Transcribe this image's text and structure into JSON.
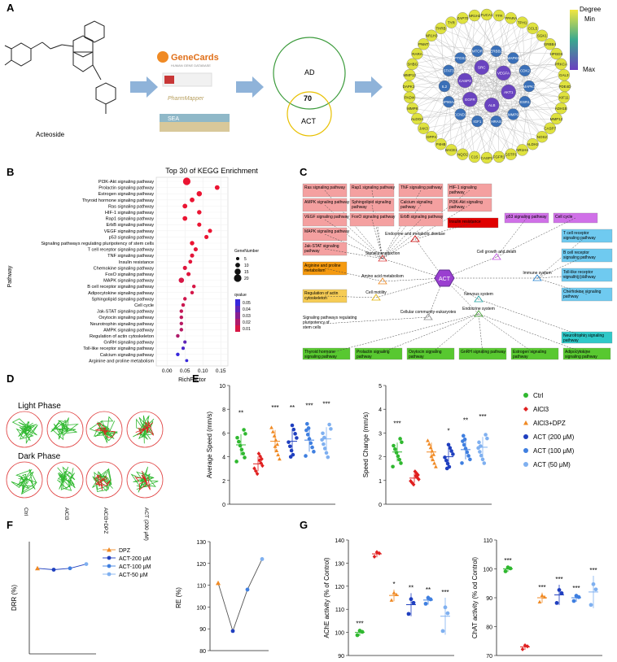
{
  "panel_labels": [
    "A",
    "B",
    "C",
    "D",
    "E",
    "F",
    "G"
  ],
  "panelA": {
    "molecule_label": "Acteoside",
    "genecards_title": "GeneCards",
    "genecards_sub": "HUMAN GENE DATABASE",
    "pharmmapper": "PharmMapper",
    "sea": "SEA",
    "venn_top": "AD",
    "venn_overlap": "70",
    "venn_bottom": "ACT",
    "legend_title": "Degree",
    "legend_min": "Min",
    "legend_max": "Max",
    "core_nodes": [
      "AKT1",
      "ALB",
      "EGFR",
      "CASP3",
      "SRC",
      "VEGFA",
      "MAPK1",
      "ESR1",
      "MMP9",
      "HRAS",
      "IGF1",
      "CCND1",
      "HSP90AA1",
      "IL2",
      "STAT3",
      "PTGS2",
      "MTOR",
      "ERBB2",
      "MAPK8",
      "CDK2"
    ],
    "outer_nodes": [
      "PDE4D",
      "KIF11",
      "ADH1B",
      "MMP12",
      "CASP7",
      "NOS2",
      "ALDH2",
      "NR1H4",
      "GSTP1",
      "FGFR1",
      "CASP1",
      "C1S",
      "NQO2",
      "BACE1",
      "P4HB",
      "DPP4",
      "JAK3",
      "ALDOA",
      "MMP8",
      "PADI4",
      "DAPK1",
      "MMP13",
      "SHBG",
      "RARA",
      "PNMT",
      "NR1H3",
      "THRB",
      "TYR",
      "ZAP70",
      "NR1H2",
      "FUCA1",
      "TTR",
      "PPARA",
      "TPH1",
      "CCL5",
      "SGK1",
      "ERBB4",
      "HPGDS",
      "PRKCA",
      "GAL3"
    ]
  },
  "chart_data": [
    {
      "type": "scatter",
      "title": "Top 30 of KEGG Enrichment",
      "xlabel": "RichFactor",
      "ylabel": "Pathway",
      "xlim": [
        -0.03,
        0.17
      ],
      "xticks": [
        "0.00",
        "0.05",
        "0.10",
        "0.15"
      ],
      "size_legend_title": "GeneNumber",
      "size_legend": [
        "5",
        "10",
        "15",
        "20"
      ],
      "color_legend_title": "qvalue",
      "color_legend": [
        "0.05",
        "0.04",
        "0.03",
        "0.02",
        "0.01"
      ],
      "categories": [
        "PI3K-Akt signaling pathway",
        "Prolactin signaling pathway",
        "Estrogen signaling pathway",
        "Thyroid hormone signaling pathway",
        "Ras signaling pathway",
        "HIF-1 signaling pathway",
        "Rap1 signaling pathway",
        "ErbB signaling pathway",
        "VEGF signaling pathway",
        "p53 signaling pathway",
        "Signaling pathways regulating pluripotency of stem cells",
        "T cell receptor signaling pathway",
        "TNF signaling pathway",
        "Insulin resistance",
        "Chemokine signaling pathway",
        "FoxO signaling pathway",
        "MAPK signaling pathway",
        "B cell receptor signaling pathway",
        "Adipocytokine signaling pathway",
        "Sphingolipid signaling pathway",
        "Cell cycle",
        "Jak-STAT signaling pathway",
        "Oxytocin signaling pathway",
        "Neurotrophin signaling pathway",
        "AMPK signaling pathway",
        "Regulation of actin cytoskeleton",
        "GnRH signaling pathway",
        "Toll-like receptor signaling pathway",
        "Calcium signaling pathway",
        "Arginine and proline metabolism"
      ],
      "x": [
        0.055,
        0.14,
        0.09,
        0.07,
        0.05,
        0.09,
        0.05,
        0.09,
        0.12,
        0.11,
        0.07,
        0.08,
        0.07,
        0.065,
        0.05,
        0.06,
        0.04,
        0.075,
        0.07,
        0.05,
        0.045,
        0.04,
        0.04,
        0.04,
        0.04,
        0.03,
        0.05,
        0.045,
        0.03,
        0.055
      ],
      "genes": [
        20,
        10,
        12,
        10,
        10,
        9,
        10,
        8,
        8,
        8,
        9,
        8,
        8,
        7,
        8,
        8,
        12,
        6,
        6,
        6,
        6,
        6,
        6,
        6,
        6,
        6,
        5,
        5,
        6,
        4
      ],
      "q": [
        0.005,
        0.005,
        0.005,
        0.005,
        0.005,
        0.005,
        0.005,
        0.005,
        0.005,
        0.005,
        0.005,
        0.006,
        0.007,
        0.007,
        0.008,
        0.008,
        0.01,
        0.01,
        0.011,
        0.012,
        0.013,
        0.015,
        0.016,
        0.018,
        0.018,
        0.02,
        0.04,
        0.045,
        0.05,
        0.05
      ]
    }
  ],
  "panelC": {
    "center": "ACT",
    "hubs": [
      "Signal transduction",
      "Endocrine and metabolic disease",
      "Cell growth and death",
      "Immune system",
      "Amino acid metabolism",
      "Cell motility",
      "Nervous system",
      "Cellular community-eukaryotes",
      "Endocrine system"
    ],
    "pink_boxes": [
      "Ras signaling pathway",
      "Rap1 signaling pathway",
      "TNF signaling pathway",
      "HIF-1 signaling pathway",
      "AMPK signaling pathway",
      "Sphingolipid signaling pathway",
      "Calcium signaling pathway",
      "PI3K-Akt signaling pathway",
      "VEGF signaling pathway",
      "FoxO signaling pathway",
      "ErbB signaling pathway",
      "MAPK signaling pathway",
      "Jak-STAT signaling pathway"
    ],
    "red_box": "Insulin resistance",
    "purple_boxes": [
      "p53 signaling pathway",
      "Cell cycle"
    ],
    "blue_boxes": [
      "T cell receptor signaling pathway",
      "B cell receptor signaling pathway",
      "Toll-like receptor signaling pathway",
      "Chemokine signaling pathway"
    ],
    "orange_box": "Arginine and proline metabolism",
    "yellow_box": "Regulation of actin cytoskeleton",
    "stem_text": "Signaling pathways regulating pluripotency of stem cells",
    "teal_box": "Neurotrophin signaling pathway",
    "green_boxes": [
      "Thyroid hormone signaling pathway",
      "Prolactin signaling pathway",
      "Oxytocin signaling pathway",
      "GnRH signaling pathway",
      "Estrogen signaling pathway",
      "Adipocytokine signaling pathway"
    ]
  },
  "panelD": {
    "light": "Light Phase",
    "dark": "Dark Phase",
    "groups": [
      "Ctrl",
      "AlCl3",
      "AlCl3+DPZ",
      "ACT (200 μM)"
    ]
  },
  "panelE": {
    "left_ylabel": "Average Speed (mm/s)",
    "left_yticks": [
      "0",
      "2",
      "4",
      "6",
      "8",
      "10"
    ],
    "left_sig": [
      "**",
      "",
      "***",
      "**",
      "***",
      "***"
    ],
    "right_ylabel": "Speed Change (mm/s)",
    "right_yticks": [
      "0",
      "1",
      "2",
      "3",
      "4",
      "5"
    ],
    "right_sig": [
      "***",
      "",
      "",
      "*",
      "**",
      "***"
    ],
    "legend": [
      "Ctrl",
      "AlCl3",
      "AlCl3+DPZ",
      "ACT (200 μM)",
      "ACT (100 μM)",
      "ACT (50 μM)"
    ],
    "colors": [
      "#2fb82f",
      "#e02020",
      "#f08a24",
      "#1f3fbf",
      "#3f7fe0",
      "#7fb0f0"
    ]
  },
  "panelF": {
    "left_ylabel": "DRR (%)",
    "right_ylabel": "RE (%)",
    "right_yticks": [
      "80",
      "90",
      "100",
      "110",
      "120",
      "130"
    ],
    "legend": [
      "DPZ",
      "ACT-200 μM",
      "ACT-100 μM",
      "ACT-50 μM"
    ],
    "drr": [
      122,
      120,
      122,
      128
    ],
    "re": [
      111,
      89,
      108,
      122
    ]
  },
  "panelG": {
    "left_ylabel": "AChE activity (% of Control)",
    "left_yticks": [
      "90",
      "100",
      "110",
      "120",
      "130",
      "140"
    ],
    "left_sig": [
      "***",
      "",
      "*",
      "**",
      "**",
      "***"
    ],
    "right_ylabel": "ChAT activity (% od Control)",
    "right_yticks": [
      "70",
      "80",
      "90",
      "100",
      "110"
    ],
    "right_sig": [
      "***",
      "",
      "***",
      "***",
      "***",
      "***"
    ]
  }
}
